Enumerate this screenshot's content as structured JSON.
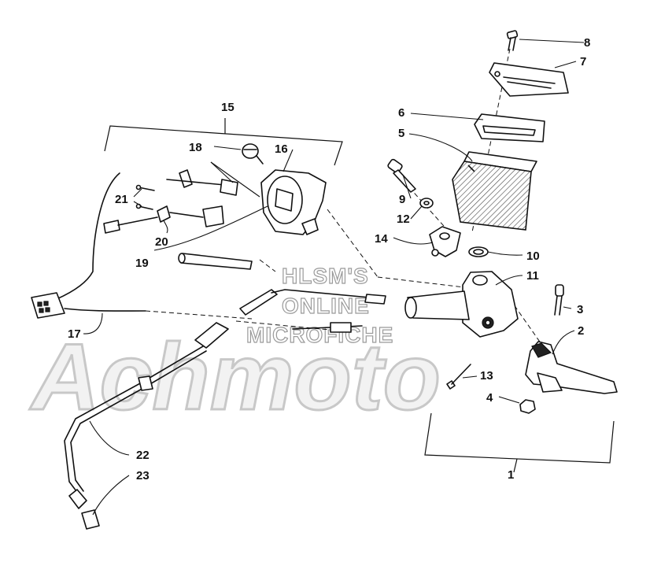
{
  "watermark": {
    "lines": [
      "HLSM'S",
      "ONLINE",
      "MICROFICHE"
    ],
    "brand": "Achmoto"
  },
  "callouts": [
    {
      "id": "1",
      "label": "1"
    },
    {
      "id": "2",
      "label": "2"
    },
    {
      "id": "3",
      "label": "3"
    },
    {
      "id": "4",
      "label": "4"
    },
    {
      "id": "5",
      "label": "5"
    },
    {
      "id": "6",
      "label": "6"
    },
    {
      "id": "7",
      "label": "7"
    },
    {
      "id": "8",
      "label": "8"
    },
    {
      "id": "9",
      "label": "9"
    },
    {
      "id": "10",
      "label": "10"
    },
    {
      "id": "11",
      "label": "11"
    },
    {
      "id": "12",
      "label": "12"
    },
    {
      "id": "13",
      "label": "13"
    },
    {
      "id": "14",
      "label": "14"
    },
    {
      "id": "15",
      "label": "15"
    },
    {
      "id": "16",
      "label": "16"
    },
    {
      "id": "17",
      "label": "17"
    },
    {
      "id": "18",
      "label": "18"
    },
    {
      "id": "19",
      "label": "19"
    },
    {
      "id": "20",
      "label": "20"
    },
    {
      "id": "21",
      "label": "21"
    },
    {
      "id": "22",
      "label": "22"
    },
    {
      "id": "23",
      "label": "23"
    }
  ]
}
